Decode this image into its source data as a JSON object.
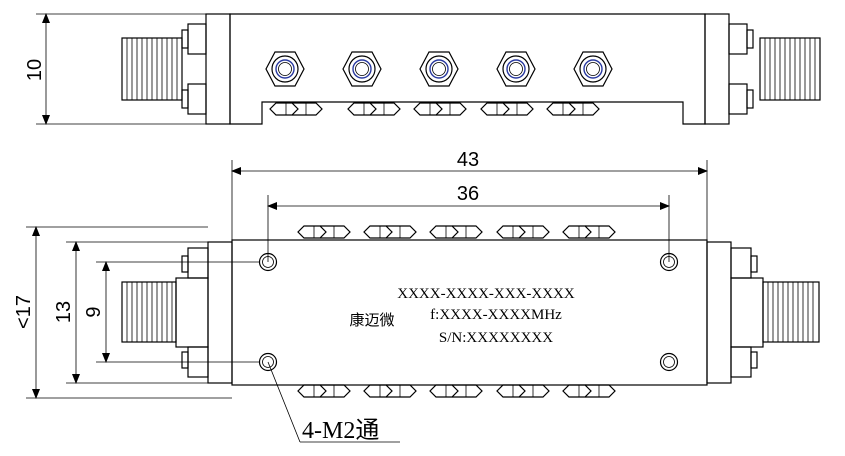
{
  "dimensions": {
    "height_side": "10",
    "length_overall": "43",
    "hole_spacing_length": "36",
    "body_height_top": "17",
    "body_height_top_prefix": "<",
    "height_between_flanges": "13",
    "hole_spacing_height": "9"
  },
  "label": {
    "part_number": "XXXX-XXXX-XXX-XXXX",
    "frequency": "f:XXXX-XXXXMHz",
    "serial": "S/N:XXXXXXXX",
    "brand": "康迈微"
  },
  "note": {
    "holes": "4-M2通"
  },
  "tuning_screws": 5
}
